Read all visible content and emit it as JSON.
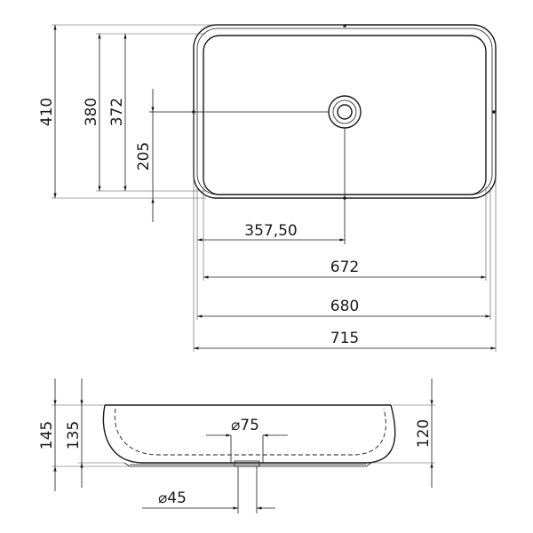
{
  "top_view": {
    "overall_depth": "410",
    "outer_depth": "380",
    "inner_depth": "372",
    "drain_offset_y": "205",
    "drain_offset_x": "357,50",
    "inner_width": "672",
    "outer_width": "680",
    "overall_width": "715"
  },
  "side_view": {
    "overall_height": "145",
    "bowl_height": "135",
    "rim_height": "120",
    "drain_top_diameter": "⌀75",
    "drain_bottom_diameter": "⌀45"
  }
}
